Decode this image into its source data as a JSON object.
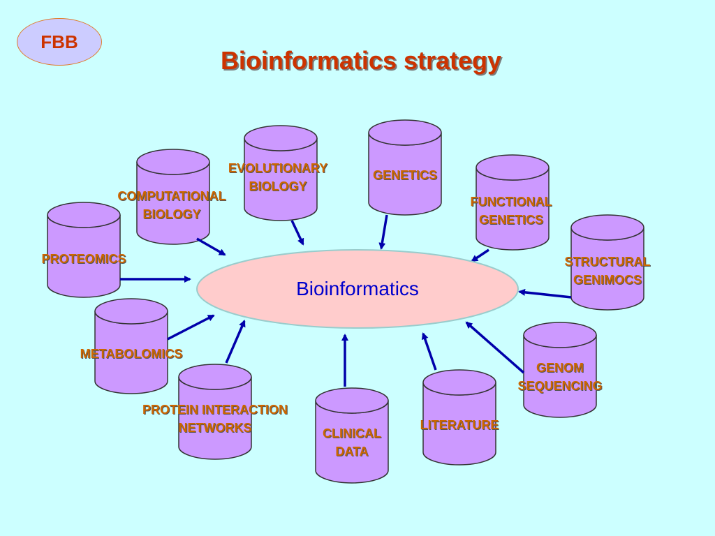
{
  "badge": "FBB",
  "title": "Bioinformatics strategy",
  "center": "Bioinformatics",
  "colors": {
    "background": "#ccffff",
    "cylinder_fill": "#cc99ff",
    "cylinder_stroke": "#333333",
    "ellipse_fill": "#ffcccc",
    "arrow": "#0000aa",
    "label_text": "#cc6600",
    "title_text": "#cc3300",
    "center_text": "#0000cc"
  },
  "nodes": [
    {
      "id": "proteomics",
      "lines": [
        "PROTEOMICS"
      ]
    },
    {
      "id": "computational-biology",
      "lines": [
        "COMPUTATIONAL",
        "BIOLOGY"
      ]
    },
    {
      "id": "evolutionary-biology",
      "lines": [
        "EVOLUTIONARY",
        "BIOLOGY"
      ]
    },
    {
      "id": "genetics",
      "lines": [
        "GENETICS"
      ]
    },
    {
      "id": "functional-genetics",
      "lines": [
        "FUNCTIONAL",
        "GENETICS"
      ]
    },
    {
      "id": "structural-genimocs",
      "lines": [
        "STRUCTURAL",
        "GENIMOCS"
      ]
    },
    {
      "id": "genom-sequencing",
      "lines": [
        "GENOM",
        "SEQUENCING"
      ]
    },
    {
      "id": "literature",
      "lines": [
        "LITERATURE"
      ]
    },
    {
      "id": "clinical-data",
      "lines": [
        "CLINICAL",
        "DATA"
      ]
    },
    {
      "id": "protein-interaction-networks",
      "lines": [
        "PROTEIN INTERACTION",
        "NETWORKS"
      ]
    },
    {
      "id": "metabolomics",
      "lines": [
        "METABOLOMICS"
      ]
    }
  ]
}
